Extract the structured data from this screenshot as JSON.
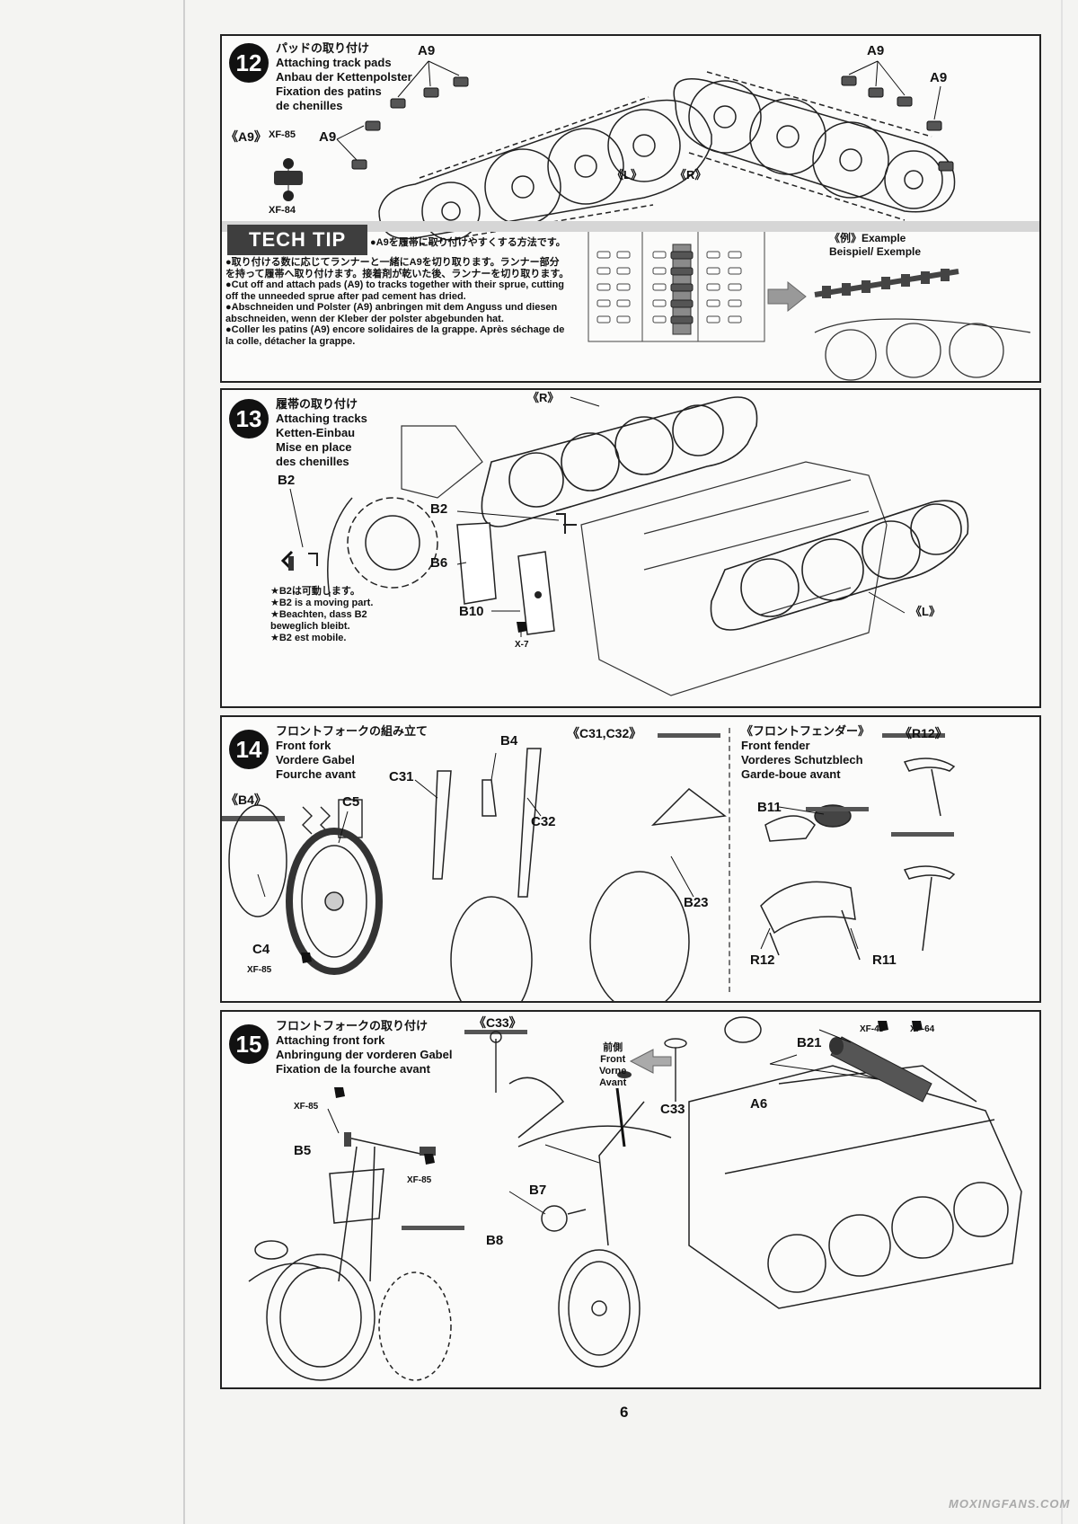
{
  "steps": {
    "s12": {
      "number": "12",
      "title_lines": [
        "パッドの取り付け",
        "Attaching track pads",
        "Anbau der Kettenpolster",
        "Fixation des patins",
        "de chenilles"
      ],
      "inset_label": "《A9》",
      "paint_top": "XF-85",
      "paint_bottom": "XF-84",
      "part_a9": "A9",
      "side_left": "《L》",
      "side_right": "《R》"
    },
    "tech": {
      "badge": "TECH TIP",
      "headline": "●A9を履帯に取り付けやすくする方法です。",
      "lines": [
        "●取り付ける数に応じてランナーと一緒にA9を切り取ります。ランナー部分",
        "を持って履帯へ取り付けます。接着剤が乾いた後、ランナーを切り取ります。",
        "●Cut off and attach pads (A9) to tracks together with their sprue, cutting",
        "off the unneeded sprue after pad cement has dried.",
        "●Abschneiden und Polster (A9) anbringen mit dem Anguss und diesen",
        "abschneiden, wenn der Kleber der polster abgebunden hat.",
        "●Coller les patins (A9) encore solidaires de la grappe. Après séchage de",
        "la colle, détacher la grappe."
      ],
      "example_1": "《例》Example",
      "example_2": "Beispiel/ Exemple"
    },
    "s13": {
      "number": "13",
      "title_lines": [
        "履帯の取り付け",
        "Attaching tracks",
        "Ketten-Einbau",
        "Mise en place",
        "des chenilles"
      ],
      "b2": "B2",
      "b6": "B6",
      "b10": "B10",
      "x7": "X-7",
      "r": "《R》",
      "l": "《L》",
      "notes": [
        "★B2は可動します。",
        "★B2 is a moving part.",
        "★Beachten, dass B2",
        "beweglich bleibt.",
        "★B2 est mobile."
      ]
    },
    "s14": {
      "number": "14",
      "title_lines": [
        "フロントフォークの組み立て",
        "Front fork",
        "Vordere Gabel",
        "Fourche avant"
      ],
      "b4_inset": "《B4》",
      "b4": "B4",
      "c5": "C5",
      "c4": "C4",
      "xf85": "XF-85",
      "c31": "C31",
      "c32": "C32",
      "c3132": "《C31,C32》",
      "b23": "B23",
      "fender_lines": [
        "《フロントフェンダー》",
        "Front fender",
        "Vorderes Schutzblech",
        "Garde-boue avant"
      ],
      "r12_inset": "《R12》",
      "b11": "B11",
      "r12": "R12",
      "r11": "R11"
    },
    "s15": {
      "number": "15",
      "title_lines": [
        "フロントフォークの取り付け",
        "Attaching front fork",
        "Anbringung der vorderen Gabel",
        "Fixation de la fourche avant"
      ],
      "c33_inset": "《C33》",
      "front_lines": [
        "前側",
        "Front",
        "Vorne",
        "Avant"
      ],
      "c33": "C33",
      "b21": "B21",
      "a6": "A6",
      "xf49": "XF-49",
      "xf64": "XF-64",
      "xf85_top": "XF-85",
      "xf85_right": "XF-85",
      "b5": "B5",
      "b7": "B7",
      "b8": "B8"
    }
  },
  "page_number": "6",
  "watermark": "MOXINGFANS.COM",
  "colors": {
    "ink": "#111111",
    "panel_bg": "#fbfbfa",
    "tech_band": "#d6d6d6",
    "badge": "#3e3e3e"
  }
}
